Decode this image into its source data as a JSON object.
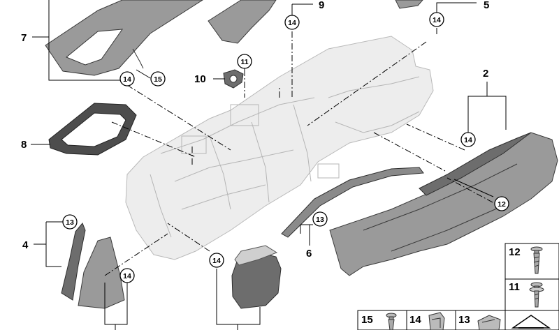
{
  "diagram": {
    "position_numbers": [
      "2",
      "4",
      "5",
      "6",
      "7",
      "8",
      "9",
      "10"
    ],
    "callout_numbers": [
      "11",
      "12",
      "13",
      "14",
      "15"
    ]
  },
  "legend_panel": {
    "rows": [
      {
        "number": "12"
      },
      {
        "number": "11"
      }
    ],
    "bottom_row": [
      {
        "number": "15"
      },
      {
        "number": "14"
      },
      {
        "number": "13"
      },
      {
        "number": ""
      }
    ]
  }
}
